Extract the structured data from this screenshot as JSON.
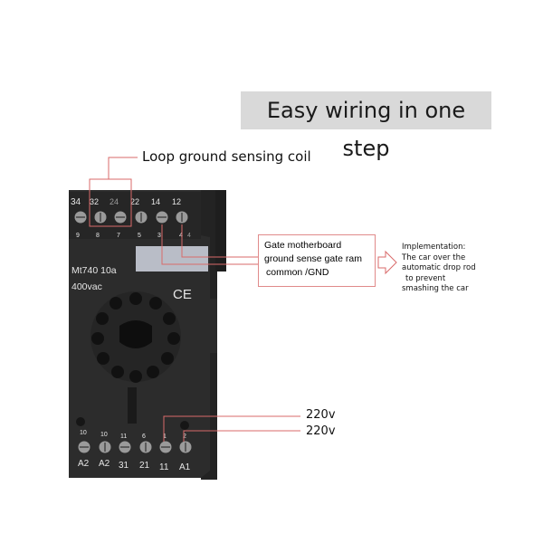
{
  "banner": {
    "title": "Easy wiring in one step"
  },
  "labels": {
    "coil": "Loop ground sensing coil",
    "gate": [
      "Gate motherboard",
      "ground sense gate ram",
      "common /GND"
    ],
    "implementation": [
      "Implementation:",
      "The car over the",
      "automatic drop rod",
      "to prevent",
      "smashing the car"
    ],
    "voltage_1": "220v",
    "voltage_2": "220v"
  },
  "device": {
    "model_line1": "Mt740 10a",
    "model_line2": "400vac",
    "ce_mark": "CE",
    "top_terminals": [
      "34",
      "32",
      "24",
      "22",
      "14",
      "12"
    ],
    "top_pins": [
      "9",
      "8",
      "7",
      "5",
      "3",
      "4",
      "4"
    ],
    "bottom_pins": [
      "10",
      "10",
      "11",
      "6",
      "1",
      "2"
    ],
    "bottom_terminals": [
      "A2",
      "A2",
      "31",
      "21",
      "11",
      "A1"
    ]
  },
  "colors": {
    "device_body": "#2c2c2c",
    "annotation_line": "#d96a6a",
    "banner_bg": "#d9d9d9"
  }
}
